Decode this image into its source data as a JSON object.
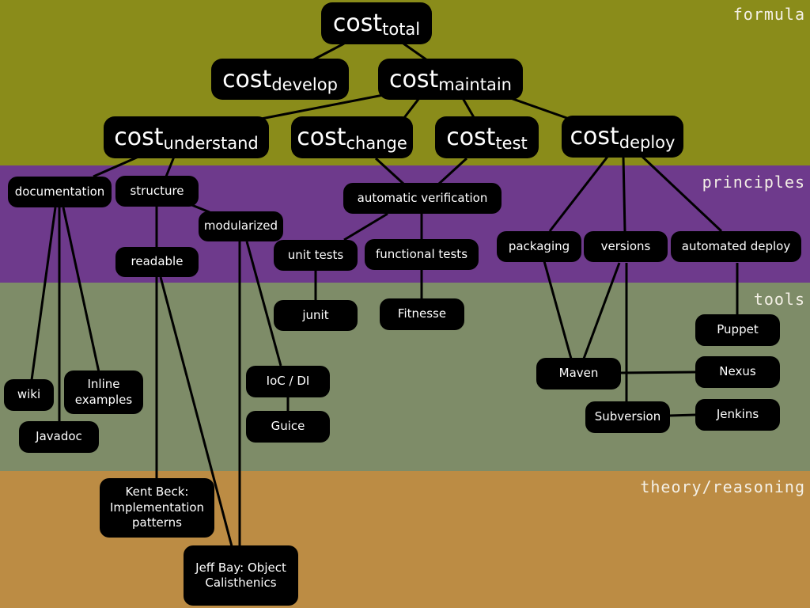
{
  "bands": {
    "formula": "formula",
    "principles": "principles",
    "tools": "tools",
    "theory": "theory/reasoning"
  },
  "nodes": {
    "total": {
      "base": "cost",
      "sub": "total"
    },
    "develop": {
      "base": "cost",
      "sub": "develop"
    },
    "maintain": {
      "base": "cost",
      "sub": "maintain"
    },
    "understand": {
      "base": "cost",
      "sub": "understand"
    },
    "change": {
      "base": "cost",
      "sub": "change"
    },
    "test": {
      "base": "cost",
      "sub": "test"
    },
    "deploy": {
      "base": "cost",
      "sub": "deploy"
    },
    "documentation": "documentation",
    "structure": "structure",
    "modularized": "modularized",
    "readable": "readable",
    "automatic_verification": "automatic verification",
    "unit_tests": "unit tests",
    "functional_tests": "functional tests",
    "packaging": "packaging",
    "versions": "versions",
    "automated_deploy": "automated deploy",
    "junit": "junit",
    "fitnesse": "Fitnesse",
    "ioc_di": "IoC / DI",
    "guice": "Guice",
    "wiki": "wiki",
    "inline_examples": "Inline\nexamples",
    "javadoc": "Javadoc",
    "maven": "Maven",
    "puppet": "Puppet",
    "nexus": "Nexus",
    "subversion": "Subversion",
    "jenkins": "Jenkins",
    "kent_beck": "Kent Beck:\nImplementation\npatterns",
    "jeff_bay": "Jeff Bay:\nObject\nCalisthenics"
  },
  "colors": {
    "formula_band": "#8a8c1a",
    "principles_band": "#6e3a8c",
    "tools_band": "#7e8c68",
    "theory_band": "#bc8c44",
    "node_bg": "#000000",
    "node_text": "#ffffff",
    "label_text": "#f4f0e6"
  }
}
